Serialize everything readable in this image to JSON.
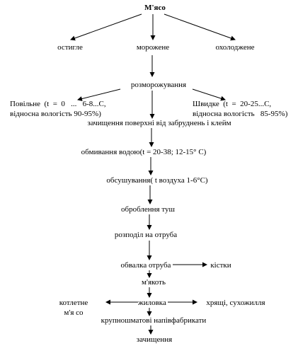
{
  "flowchart": {
    "root": "М'ясо",
    "state_chilled": "остигле",
    "state_frozen": "морожене",
    "state_cooled": "охолоджене",
    "defrosting": "розморожування",
    "slow_title": "Повільне  (t  =  0   ...   6-8...С,",
    "slow_humidity": "відносна вологість 90-95%)",
    "fast_title": "Швидке  (t  =  20-25...С,",
    "fast_humidity": "відносна вологість   85-95%)",
    "cleaning": "зачищення поверхні від забруднень і клейм",
    "washing": "обмивання водою(t = 20-38; 12-15° С)",
    "drying": "обсушування( t воздуха 1-6°С)",
    "carcass_processing": "оброблення туш",
    "division": "розподіл на отруба",
    "deboning": "обвалка отруба",
    "bones": "кістки",
    "meat_pulp": "м'якоть",
    "cutlet_meat_line1": "котлетне",
    "cutlet_meat_line2": "м'я со",
    "trimming": "жиловка",
    "cartilage": "хрящі, сухожилля",
    "semi_finished": "крупношматові напівфабрикати",
    "final_cleaning": "зачищення"
  }
}
